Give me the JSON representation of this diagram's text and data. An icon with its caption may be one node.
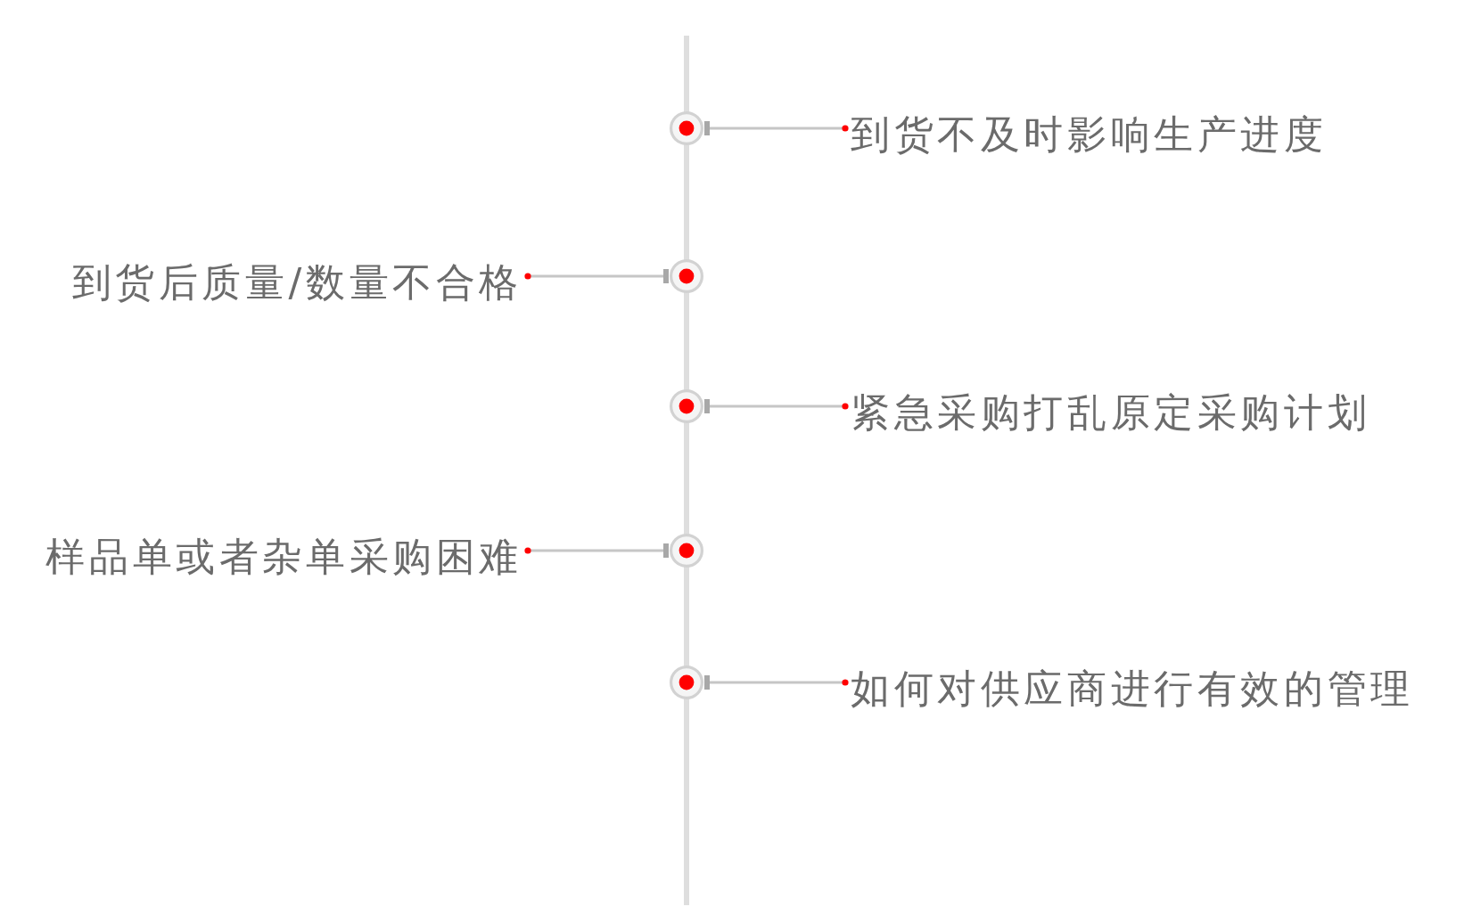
{
  "diagram": {
    "nodes": [
      {
        "text": [],
        "shape": "circle"
      },
      {
        "text": [
          "到货不及时影响生产进度"
        ]
      },
      {
        "text": [
          "到货后质量/数量不合格"
        ]
      },
      {
        "text": [],
        "shape": "circle"
      },
      {
        "text": [],
        "shape": "circle"
      },
      {
        "text": [
          "紧急采购打乱原定采购计划"
        ]
      },
      {
        "text": [
          "样品单或者杂单采购困难"
        ]
      },
      {
        "text": [],
        "shape": "circle"
      },
      {
        "text": [],
        "shape": "circle"
      },
      {
        "text": [
          "如何对供应商进行有效的管理"
        ]
      }
    ],
    "edges": [
      {
        "from": 0,
        "to": 1,
        "arrow": "other"
      },
      {
        "from": 3,
        "to": 2,
        "arrow": "other"
      },
      {
        "from": 4,
        "to": 5,
        "arrow": "other"
      },
      {
        "from": 7,
        "to": 6,
        "arrow": "other"
      },
      {
        "from": 8,
        "to": 9,
        "arrow": "other"
      }
    ]
  }
}
